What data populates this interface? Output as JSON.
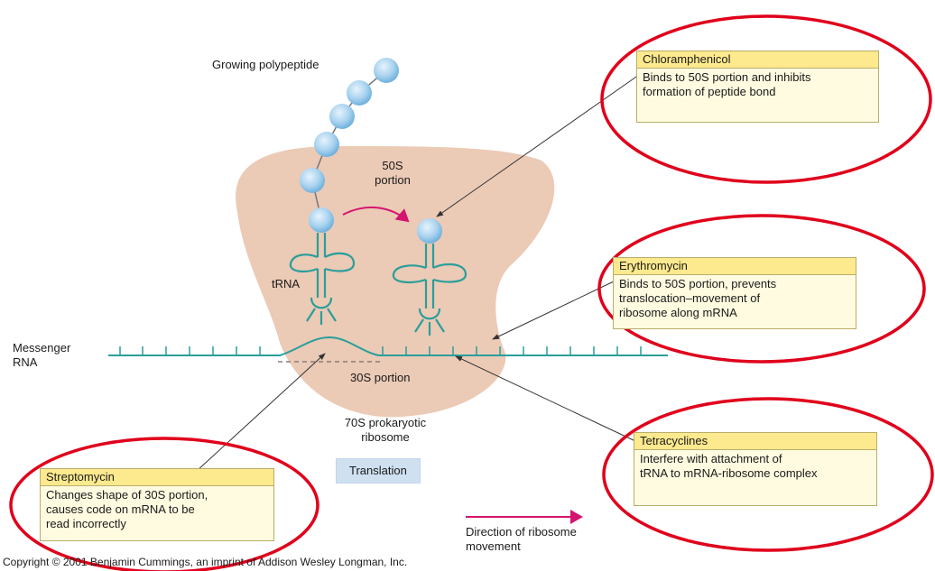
{
  "labels": {
    "growing_polypeptide": "Growing polypeptide",
    "portion_50s_line1": "50S",
    "portion_50s_line2": "portion",
    "trna": "tRNA",
    "messenger_rna_line1": "Messenger",
    "messenger_rna_line2": "RNA",
    "portion_30s": "30S portion",
    "ribosome_line1": "70S prokaryotic",
    "ribosome_line2": "ribosome",
    "translation": "Translation",
    "direction_line1": "Direction of ribosome",
    "direction_line2": "movement",
    "copyright": "Copyright © 2001 Benjamin Cummings, an imprint of Addison Wesley Longman, Inc."
  },
  "callouts": {
    "chloramphenicol": {
      "title": "Chloramphenicol",
      "text": "Binds to 50S portion and inhibits\nformation of peptide bond"
    },
    "erythromycin": {
      "title": "Erythromycin",
      "text": "Binds to 50S portion, prevents\ntranslocation–movement of\nribosome along mRNA"
    },
    "tetracyclines": {
      "title": "Tetracyclines",
      "text": "Interfere with attachment of\ntRNA to mRNA-ribosome complex"
    },
    "streptomycin": {
      "title": "Streptomycin",
      "text": "Changes shape of 30S portion,\ncauses code on mRNA to be\nread incorrectly"
    }
  },
  "colors": {
    "ribosome": "#ebcab6",
    "trna": "#2a9e9a",
    "mrna": "#2a9e9a",
    "amino_acid": "#a9d3ef",
    "arrow": "#d4146f",
    "highlight_ellipse": "#e0001b",
    "callout_header": "#fde98e",
    "callout_body": "#fffbe0",
    "translation_chip": "#cfe0f1"
  }
}
